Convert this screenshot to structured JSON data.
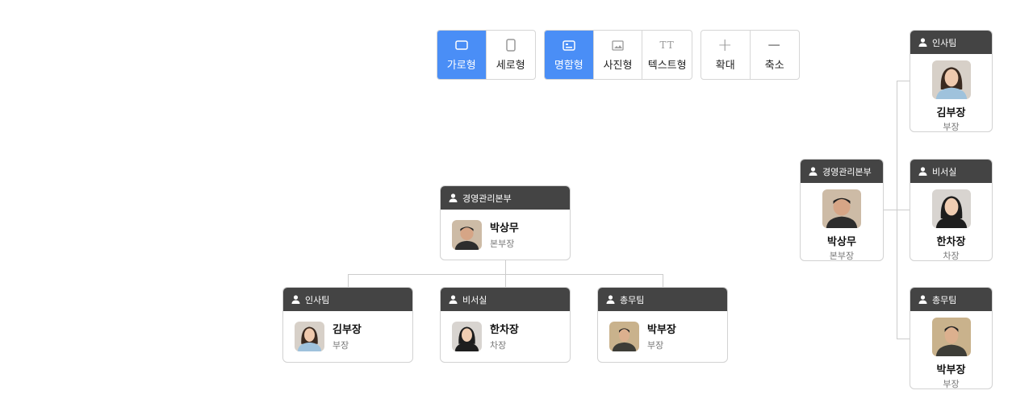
{
  "toolbar": {
    "layout": [
      {
        "label": "가로형",
        "icon": "landscape-icon",
        "active": true
      },
      {
        "label": "세로형",
        "icon": "portrait-icon",
        "active": false
      }
    ],
    "style": [
      {
        "label": "명함형",
        "icon": "card-icon",
        "active": true
      },
      {
        "label": "사진형",
        "icon": "image-icon",
        "active": false
      },
      {
        "label": "텍스트형",
        "icon": "text-icon",
        "glyph": "TT",
        "active": false
      }
    ],
    "zoom": [
      {
        "label": "확대",
        "icon": "plus-icon",
        "glyph": "+"
      },
      {
        "label": "축소",
        "icon": "minus-icon",
        "glyph": "−"
      }
    ]
  },
  "org": {
    "root": {
      "dept": "경영관리본부",
      "name": "박상무",
      "rank": "본부장"
    },
    "children": [
      {
        "dept": "인사팀",
        "name": "김부장",
        "rank": "부장"
      },
      {
        "dept": "비서실",
        "name": "한차장",
        "rank": "차장"
      },
      {
        "dept": "총무팀",
        "name": "박부장",
        "rank": "부장"
      }
    ]
  },
  "colors": {
    "accent": "#4a8ef6",
    "header": "#444444"
  }
}
